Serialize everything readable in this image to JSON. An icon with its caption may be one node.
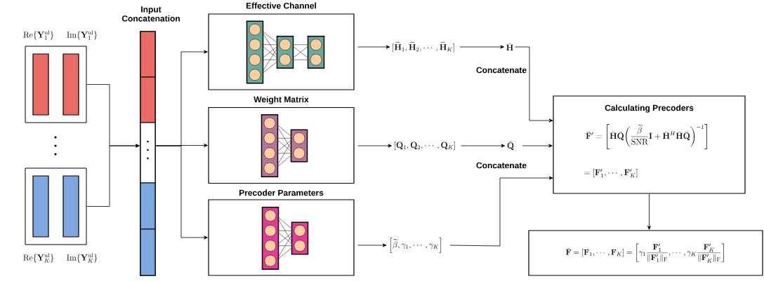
{
  "diagram": {
    "nodes": [
      {
        "text": [
          "\\mathrm{Re}\\{\\mathbf{Y}_1^{\\mathrm{ul}}\\}",
          "\\mathrm{Im}\\{\\mathbf{Y}_1^{\\mathrm{ul}}\\}"
        ]
      },
      {
        "text": [
          "\\mathrm{Re}\\{\\mathbf{Y}_K^{\\mathrm{ul}}\\}",
          "\\mathrm{Im}\\{\\mathbf{Y}_K^{\\mathrm{ul}}\\}"
        ]
      },
      {
        "text": [
          "Input Concatenation"
        ]
      },
      {
        "text": [
          "Effective Channel"
        ]
      },
      {
        "text": [
          "Weight Matrix"
        ]
      },
      {
        "text": [
          "Precoder Parameters"
        ]
      },
      {
        "text": [
          "[\\widetilde{\\mathbf{H}}_1,\\widetilde{\\mathbf{H}}_2,\\cdots,\\widetilde{\\mathbf{H}}_K]"
        ]
      },
      {
        "text": [
          "\\bar{\\mathbf{H}}"
        ]
      },
      {
        "text": [
          "[\\mathbf{Q}_1,\\mathbf{Q}_2,\\cdots,\\mathbf{Q}_K]"
        ]
      },
      {
        "text": [
          "\\bar{\\mathbf{Q}}"
        ]
      },
      {
        "text": [
          "\\left[\\widetilde{\\beta},\\gamma_1,\\cdots,\\gamma_K\\right]"
        ]
      },
      {
        "text": [
          "Calculating Precoders",
          "\\bar{\\mathbf{F}}'=\\left[\\bar{\\mathbf{H}}\\bar{\\mathbf{Q}}\\biggl(\\frac{\\widetilde{\\beta}}{\\mathrm{SNR}}\\mathbf{I}+\\bar{\\mathbf{H}}^H\\bar{\\mathbf{H}}\\bar{\\mathbf{Q}}\\biggr)^{-1}\\right]",
          "=[\\mathbf{F}'_1,\\cdots,\\mathbf{F}'_K]"
        ]
      },
      {
        "text": [
          "\\bar{\\mathbf{F}}=[\\mathbf{F}_1,\\cdots,\\mathbf{F}_K]=\\left[\\gamma_1\\frac{\\mathbf{F}'_1}{\\|\\mathbf{F}'_1\\|_{\\mathrm{F}}},\\cdots,\\gamma_K\\frac{\\mathbf{F}'_K}{\\|\\mathbf{F}'_K\\|_{\\mathrm{F}}}\\right]"
        ]
      }
    ],
    "edges": [
      {
        "from": 0,
        "to": 2,
        "arrow": "to"
      },
      {
        "from": 1,
        "to": 2,
        "arrow": "to"
      },
      {
        "from": 2,
        "to": 3,
        "arrow": "to"
      },
      {
        "from": 2,
        "to": 4,
        "arrow": "to"
      },
      {
        "from": 2,
        "to": 5,
        "arrow": "to"
      },
      {
        "from": 3,
        "to": 6,
        "arrow": "to"
      },
      {
        "from": 6,
        "to": 7,
        "arrow": "to"
      },
      {
        "from": 7,
        "to": 11,
        "arrow": "to"
      },
      {
        "from": 4,
        "to": 8,
        "arrow": "to"
      },
      {
        "from": 8,
        "to": 9,
        "arrow": "to"
      },
      {
        "from": 9,
        "to": 11,
        "arrow": "to"
      },
      {
        "from": 5,
        "to": 10,
        "arrow": "to"
      },
      {
        "from": 10,
        "to": 11,
        "arrow": "to"
      },
      {
        "from": 11,
        "to": 12,
        "arrow": "to"
      }
    ],
    "labels": [
      "Concatenate",
      "Concatenate"
    ]
  }
}
